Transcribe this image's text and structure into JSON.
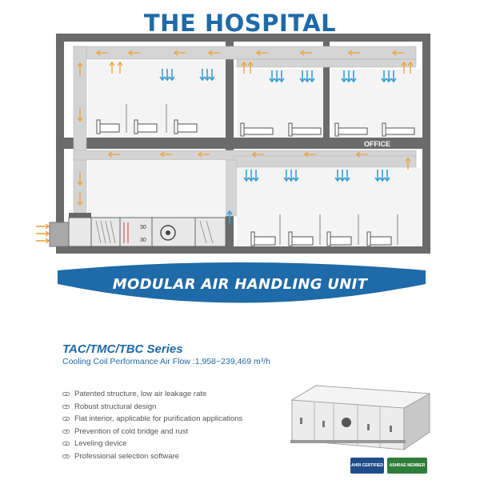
{
  "title": "THE HOSPITAL",
  "labels": {
    "office": "OFFICE",
    "coil_mark_1": "30",
    "coil_mark_2": "30"
  },
  "banner": {
    "text": "MODULAR AIR HANDLING UNIT",
    "color": "#1f6aa8"
  },
  "series": {
    "title": "TAC/TMC/TBC Series",
    "subtitle": "Cooling Coil Performance Air Flow :1,958~239,469 m³/h"
  },
  "features": [
    "Patented structure, low air leakage rate",
    "Robust structural design",
    "Flat interior, applicable for purification applications",
    "Prevention of cold bridge and rust",
    "Leveling device",
    "Professional selection software"
  ],
  "certifications": {
    "ahri": "AHRI CERTIFIED",
    "ashrae": "ASHRAE MEMBER"
  },
  "colors": {
    "accent": "#1f6aa8",
    "wall": "#6b6b6b",
    "duct": "#cfcfcf",
    "supply_arrow": "#3a9fd6",
    "return_arrow": "#f0a030"
  }
}
